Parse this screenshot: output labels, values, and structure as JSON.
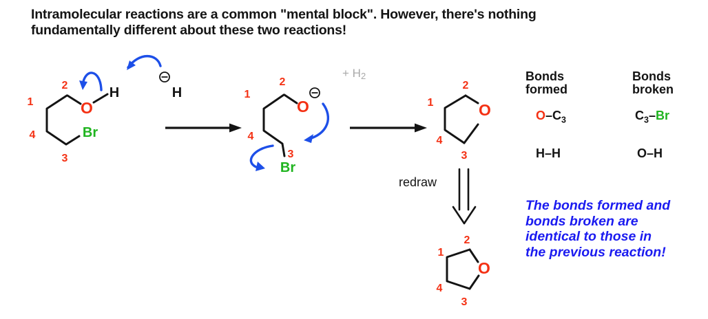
{
  "title": {
    "line1": "Intramolecular reactions are a common \"mental block\". However, there's nothing",
    "line2": "fundamentally different about these two reactions!"
  },
  "colors": {
    "red": "#f43114",
    "green": "#1fb41f",
    "arrow_blue": "#1d4fe8",
    "note_blue": "#1b1bf0",
    "gray": "#a9a9a9",
    "black": "#141414"
  },
  "molecules": {
    "bromobutanol": {
      "n1": "1",
      "n2": "2",
      "n3": "3",
      "n4": "4",
      "o": "O",
      "h": "H",
      "br": "Br"
    },
    "hydride": {
      "h": "H"
    },
    "alkoxide": {
      "n1": "1",
      "n2": "2",
      "n3": "3",
      "n4": "4",
      "o": "O",
      "br": "Br"
    },
    "thf": {
      "n1": "1",
      "n2": "2",
      "n3": "3",
      "n4": "4",
      "o": "O"
    },
    "thf_redrawn": {
      "n1": "1",
      "n2": "2",
      "n3": "3",
      "n4": "4",
      "o": "O"
    }
  },
  "annotations": {
    "plus_h2": {
      "base": "+ H",
      "sub": "2"
    },
    "redraw": "redraw"
  },
  "bonds_table": {
    "formed": {
      "header_line1": "Bonds",
      "header_line2": "formed",
      "row1": {
        "left": "O",
        "dash": "–",
        "right": "C",
        "right_sub": "3"
      },
      "row2": "H–H"
    },
    "broken": {
      "header_line1": "Bonds",
      "header_line2": "broken",
      "row1": {
        "left": "C",
        "left_sub": "3",
        "dash": "–",
        "right": "Br"
      },
      "row2": "O–H"
    }
  },
  "note": {
    "line1": "The bonds formed and",
    "line2": "bonds broken are",
    "line3": "identical to those in",
    "line4": "the previous reaction!"
  }
}
